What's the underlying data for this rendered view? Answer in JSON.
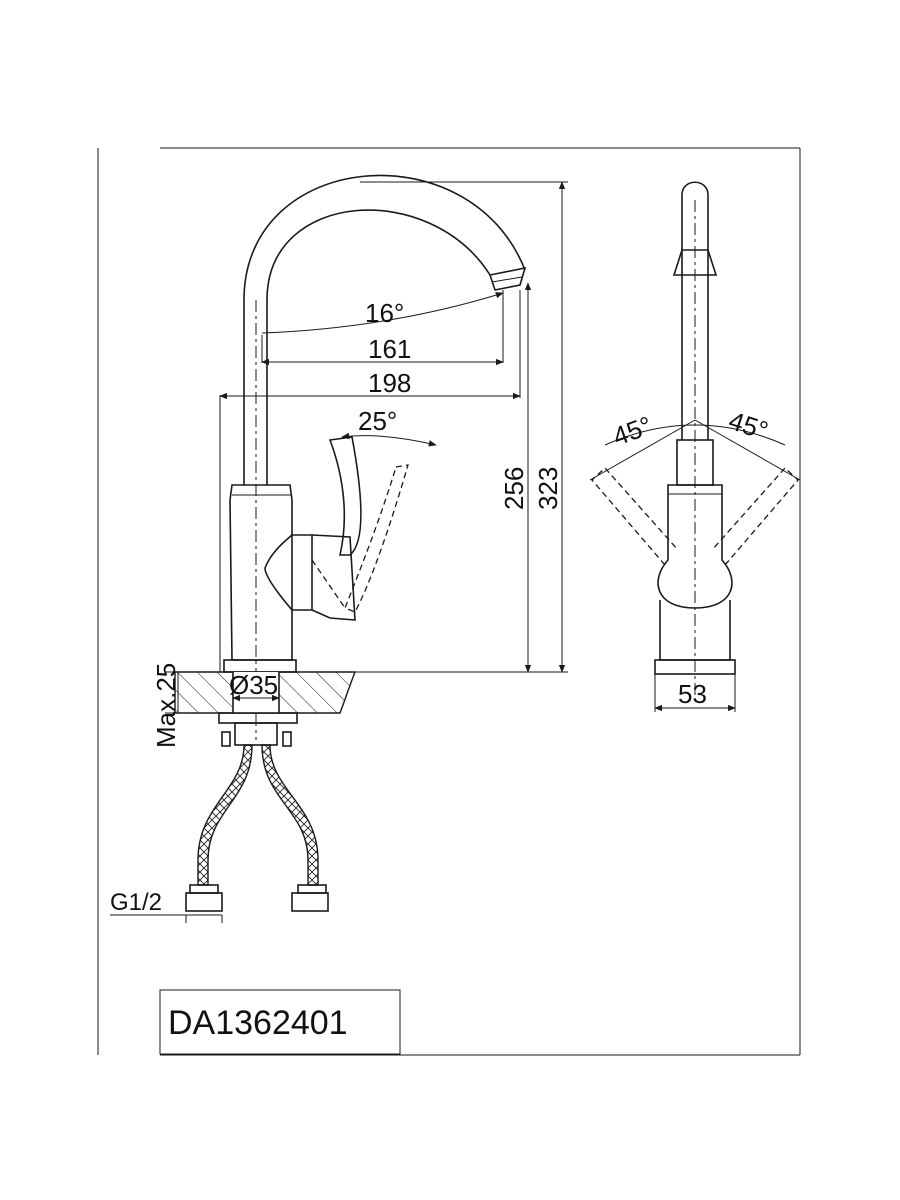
{
  "drawing": {
    "model_code": "DA1362401",
    "dimensions": {
      "spout_angle": "16°",
      "reach_inner": "161",
      "reach_outer": "198",
      "handle_angle": "25°",
      "spout_height": "256",
      "total_height": "323",
      "max_deck": "Max.25",
      "hole_diameter": "Ø35",
      "thread": "G1/2",
      "swivel_left": "45°",
      "swivel_right": "45°",
      "base_width": "53"
    }
  }
}
